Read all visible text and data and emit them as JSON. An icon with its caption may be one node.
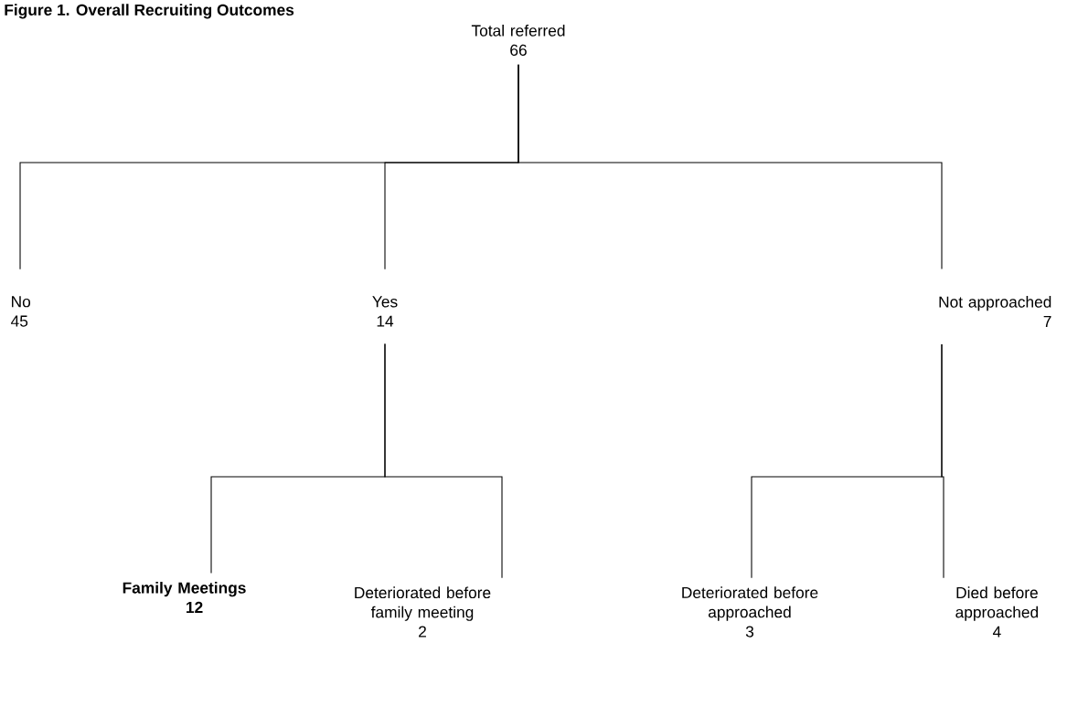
{
  "diagram": {
    "title": "Figure 1. Overall Recruiting Outcomes",
    "nodes": [
      {
        "text": [
          "Total referred",
          "66"
        ]
      },
      {
        "text": [
          "No",
          "45"
        ]
      },
      {
        "text": [
          "Yes",
          "14"
        ]
      },
      {
        "text": [
          "Not approached",
          "7"
        ]
      },
      {
        "text": [
          "Family Meetings",
          "12"
        ]
      },
      {
        "text": [
          "Deteriorated before family meeting",
          "2"
        ]
      },
      {
        "text": [
          "Deteriorated before approached",
          "3"
        ]
      },
      {
        "text": [
          "Died before approached",
          "4"
        ]
      }
    ],
    "edges": [
      {
        "from": 0,
        "to": 1,
        "arrow": "none"
      },
      {
        "from": 0,
        "to": 2,
        "arrow": "none"
      },
      {
        "from": 0,
        "to": 3,
        "arrow": "none"
      },
      {
        "from": 2,
        "to": 4,
        "arrow": "none"
      },
      {
        "from": 2,
        "to": 5,
        "arrow": "none"
      },
      {
        "from": 3,
        "to": 6,
        "arrow": "none"
      },
      {
        "from": 3,
        "to": 7,
        "arrow": "none"
      }
    ]
  }
}
